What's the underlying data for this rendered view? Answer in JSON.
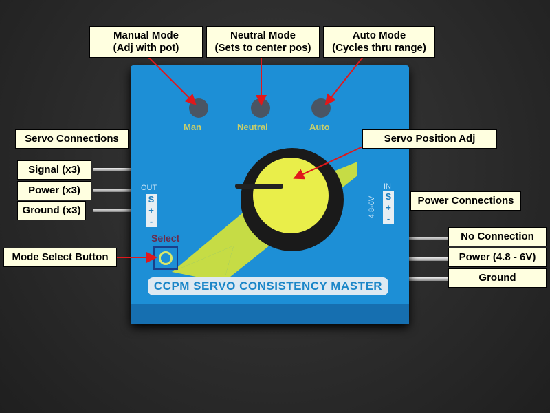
{
  "labels": {
    "manual_mode": {
      "title": "Manual Mode",
      "sub": "(Adj with pot)"
    },
    "neutral_mode": {
      "title": "Neutral Mode",
      "sub": "(Sets to center pos)"
    },
    "auto_mode": {
      "title": "Auto Mode",
      "sub": "(Cycles thru range)"
    },
    "servo_connections": "Servo Connections",
    "signal": "Signal (x3)",
    "power": "Power (x3)",
    "ground": "Ground (x3)",
    "mode_select": "Mode Select Button",
    "servo_position": "Servo Position Adj",
    "power_connections": "Power Connections",
    "no_connection": "No Connection",
    "power_in": "Power (4.8 - 6V)",
    "ground_in": "Ground"
  },
  "device": {
    "leds": [
      "Man",
      "Neutral",
      "Auto"
    ],
    "out_label": "OUT",
    "in_label": "IN",
    "voltage": "4.8-6V",
    "pins": [
      "S",
      "+",
      "-"
    ],
    "select_label": "Select",
    "title": "CCPM SERVO CONSISTENCY MASTER"
  },
  "colors": {
    "device": "#1d8fd6",
    "label_bg": "#ffffe0",
    "arrow": "#e0181b",
    "accent": "#e9ee4a"
  }
}
